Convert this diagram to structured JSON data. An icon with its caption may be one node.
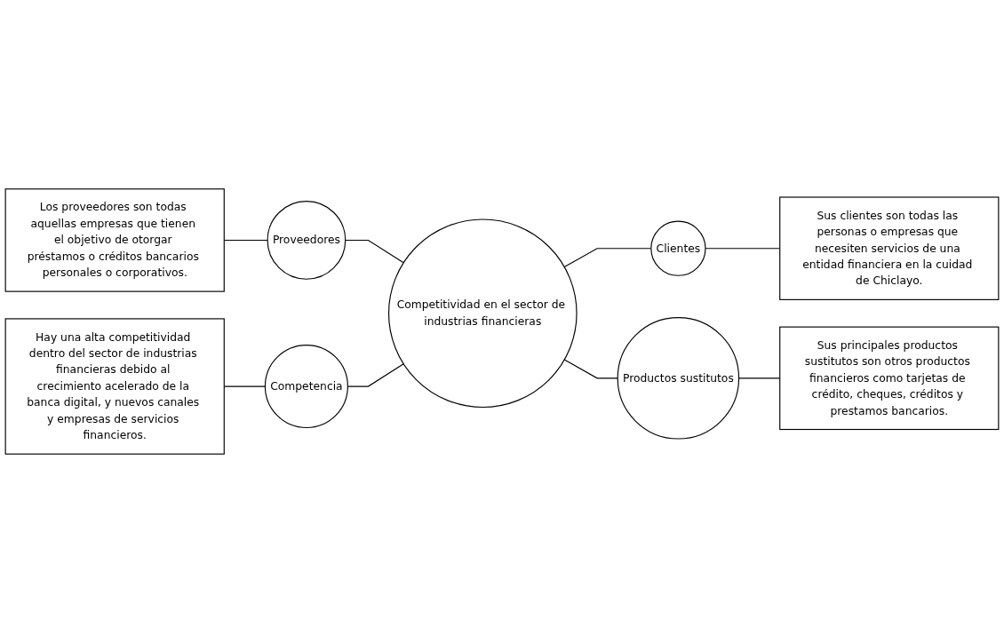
{
  "diagram": {
    "nodes": [
      {
        "text": [
          "Los proveedores son todas aquellas empresas que tienen el objetivo de otorgar préstamos o créditos bancarios personales o corporativos."
        ]
      },
      {
        "text": [
          "Competencia"
        ]
      },
      {
        "text": [
          "Hay una alta competitividad dentro del sector de industrias financieras debido al crecimiento acelerado de la banca digital, y nuevos canales y empresas de servicios financieros."
        ]
      },
      {
        "text": [
          "Proveedores"
        ]
      },
      {
        "text": [
          "Competitividad en el sector de industrias financieras"
        ]
      },
      {
        "text": [
          "Clientes"
        ]
      },
      {
        "text": [
          "Sus principales productos sustitutos son otros productos financieros como tarjetas de crédito, cheques, créditos y prestamos bancarios."
        ]
      },
      {
        "text": [
          "Productos sustitutos"
        ]
      },
      {
        "text": [
          "Sus clientes son todas las personas o empresas que necesiten servicios de una entidad financiera en la cuidad de Chiclayo."
        ]
      }
    ],
    "edges": [
      {
        "from": 0,
        "to": 3,
        "arrow": "none"
      },
      {
        "from": 2,
        "to": 1,
        "arrow": "none"
      },
      {
        "from": 3,
        "to": 4,
        "arrow": "none"
      },
      {
        "from": 1,
        "to": 4,
        "arrow": "none"
      },
      {
        "from": 4,
        "to": 5,
        "arrow": "none"
      },
      {
        "from": 4,
        "to": 7,
        "arrow": "none"
      },
      {
        "from": 7,
        "to": 6,
        "arrow": "none"
      },
      {
        "from": 5,
        "to": 8,
        "arrow": "none"
      }
    ]
  }
}
